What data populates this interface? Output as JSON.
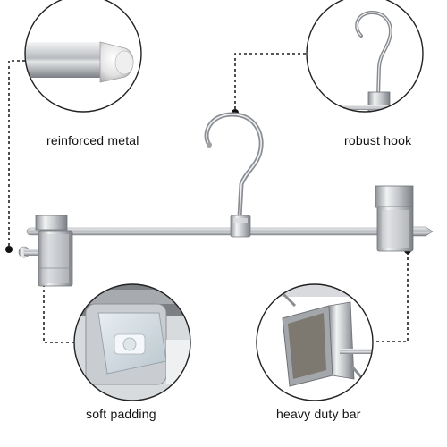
{
  "labels": {
    "top_left": "reinforced metal",
    "top_right": "robust hook",
    "bottom_left": "soft padding",
    "bottom_right": "heavy duty bar"
  },
  "colors": {
    "background": "#ffffff",
    "chrome_light": "#e9eaec",
    "chrome_mid": "#b9bcc0",
    "chrome_dark": "#6f7377",
    "callout_line": "#222222",
    "clip_pad": "#7d7970"
  },
  "icons": [
    "hanger",
    "hook",
    "clip",
    "rod-end-cap"
  ]
}
